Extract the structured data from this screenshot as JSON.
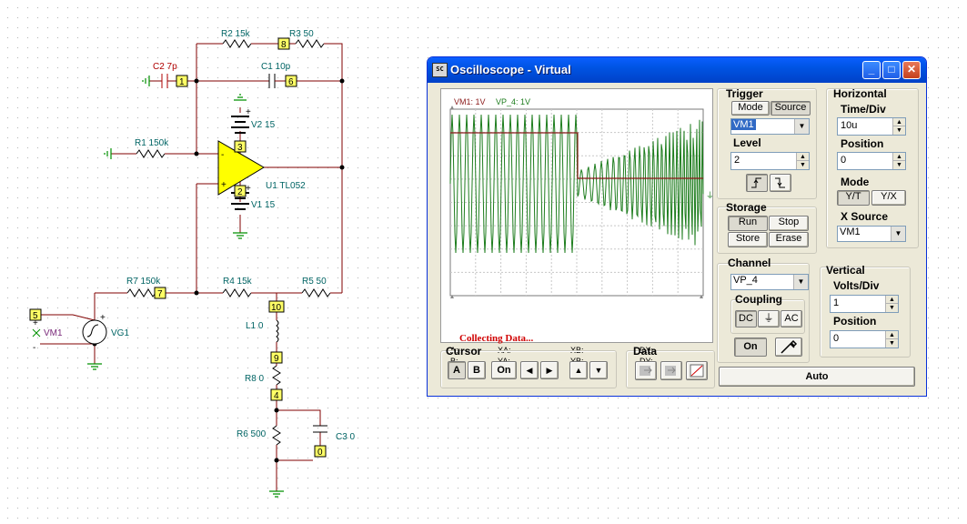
{
  "schematic": {
    "components": {
      "r2": "R2 15k",
      "r3": "R3 50",
      "c2": "C2 7p",
      "c1": "C1 10p",
      "v2": "V2 15",
      "r1": "R1 150k",
      "u1": "U1 TL052",
      "v1": "V1 15",
      "r7": "R7 150k",
      "r4": "R4 15k",
      "r5": "R5 50",
      "vm1": "VM1",
      "vg1": "VG1",
      "l1": "L1 0",
      "r8": "R8 0",
      "r6": "R6 500",
      "c3": "C3 0"
    },
    "nodes": {
      "n1": "1",
      "n8": "8",
      "n6": "6",
      "n3": "3",
      "n2": "2",
      "n5": "5",
      "n7": "7",
      "n10": "10",
      "n9": "9",
      "n4": "4",
      "n0": "0"
    },
    "signs": {
      "plus": "+",
      "minus": "-"
    }
  },
  "window": {
    "title": "Oscilloscope - Virtual",
    "app_icon_text": "SC",
    "minimize": "_",
    "maximize": "□",
    "close": "✕"
  },
  "display": {
    "ch1_label": "VM1: 1V",
    "ch2_label": "VP_4: 1V",
    "status": "Collecting Data...",
    "readout": {
      "a": "A:",
      "b": "B:",
      "xa": "XA:",
      "ya": "YA:",
      "xb": "XB:",
      "yb": "YB:",
      "dx": "DX:",
      "dy": "DY:"
    },
    "trace_colors": {
      "vm1": "#8b1a1a",
      "vp4": "#1e7d1e"
    },
    "grid": "on"
  },
  "trigger": {
    "title": "Trigger",
    "mode_label": "Mode",
    "source_label": "Source",
    "source_value": "VM1",
    "level_label": "Level",
    "level_value": "2",
    "rising_edge": "rising-edge-icon",
    "falling_edge": "falling-edge-icon"
  },
  "horizontal": {
    "title": "Horizontal",
    "timediv_label": "Time/Div",
    "timediv_value": "10u",
    "position_label": "Position",
    "position_value": "0",
    "mode_label": "Mode",
    "yt_label": "Y/T",
    "yx_label": "Y/X",
    "xsource_label": "X Source",
    "xsource_value": "VM1"
  },
  "storage": {
    "title": "Storage",
    "run": "Run",
    "stop": "Stop",
    "store": "Store",
    "erase": "Erase"
  },
  "channel": {
    "title": "Channel",
    "value": "VP_4",
    "coupling_label": "Coupling",
    "dc": "DC",
    "gnd": "⏚",
    "ac": "AC",
    "on": "On"
  },
  "vertical": {
    "title": "Vertical",
    "voltsdiv_label": "Volts/Div",
    "voltsdiv_value": "1",
    "position_label": "Position",
    "position_value": "0"
  },
  "cursor": {
    "title": "Cursor",
    "a": "A",
    "b": "B",
    "on": "On",
    "left": "◀",
    "right": "▶",
    "up": "▲",
    "down": "▼"
  },
  "data_group": {
    "title": "Data"
  },
  "auto_button": "Auto"
}
